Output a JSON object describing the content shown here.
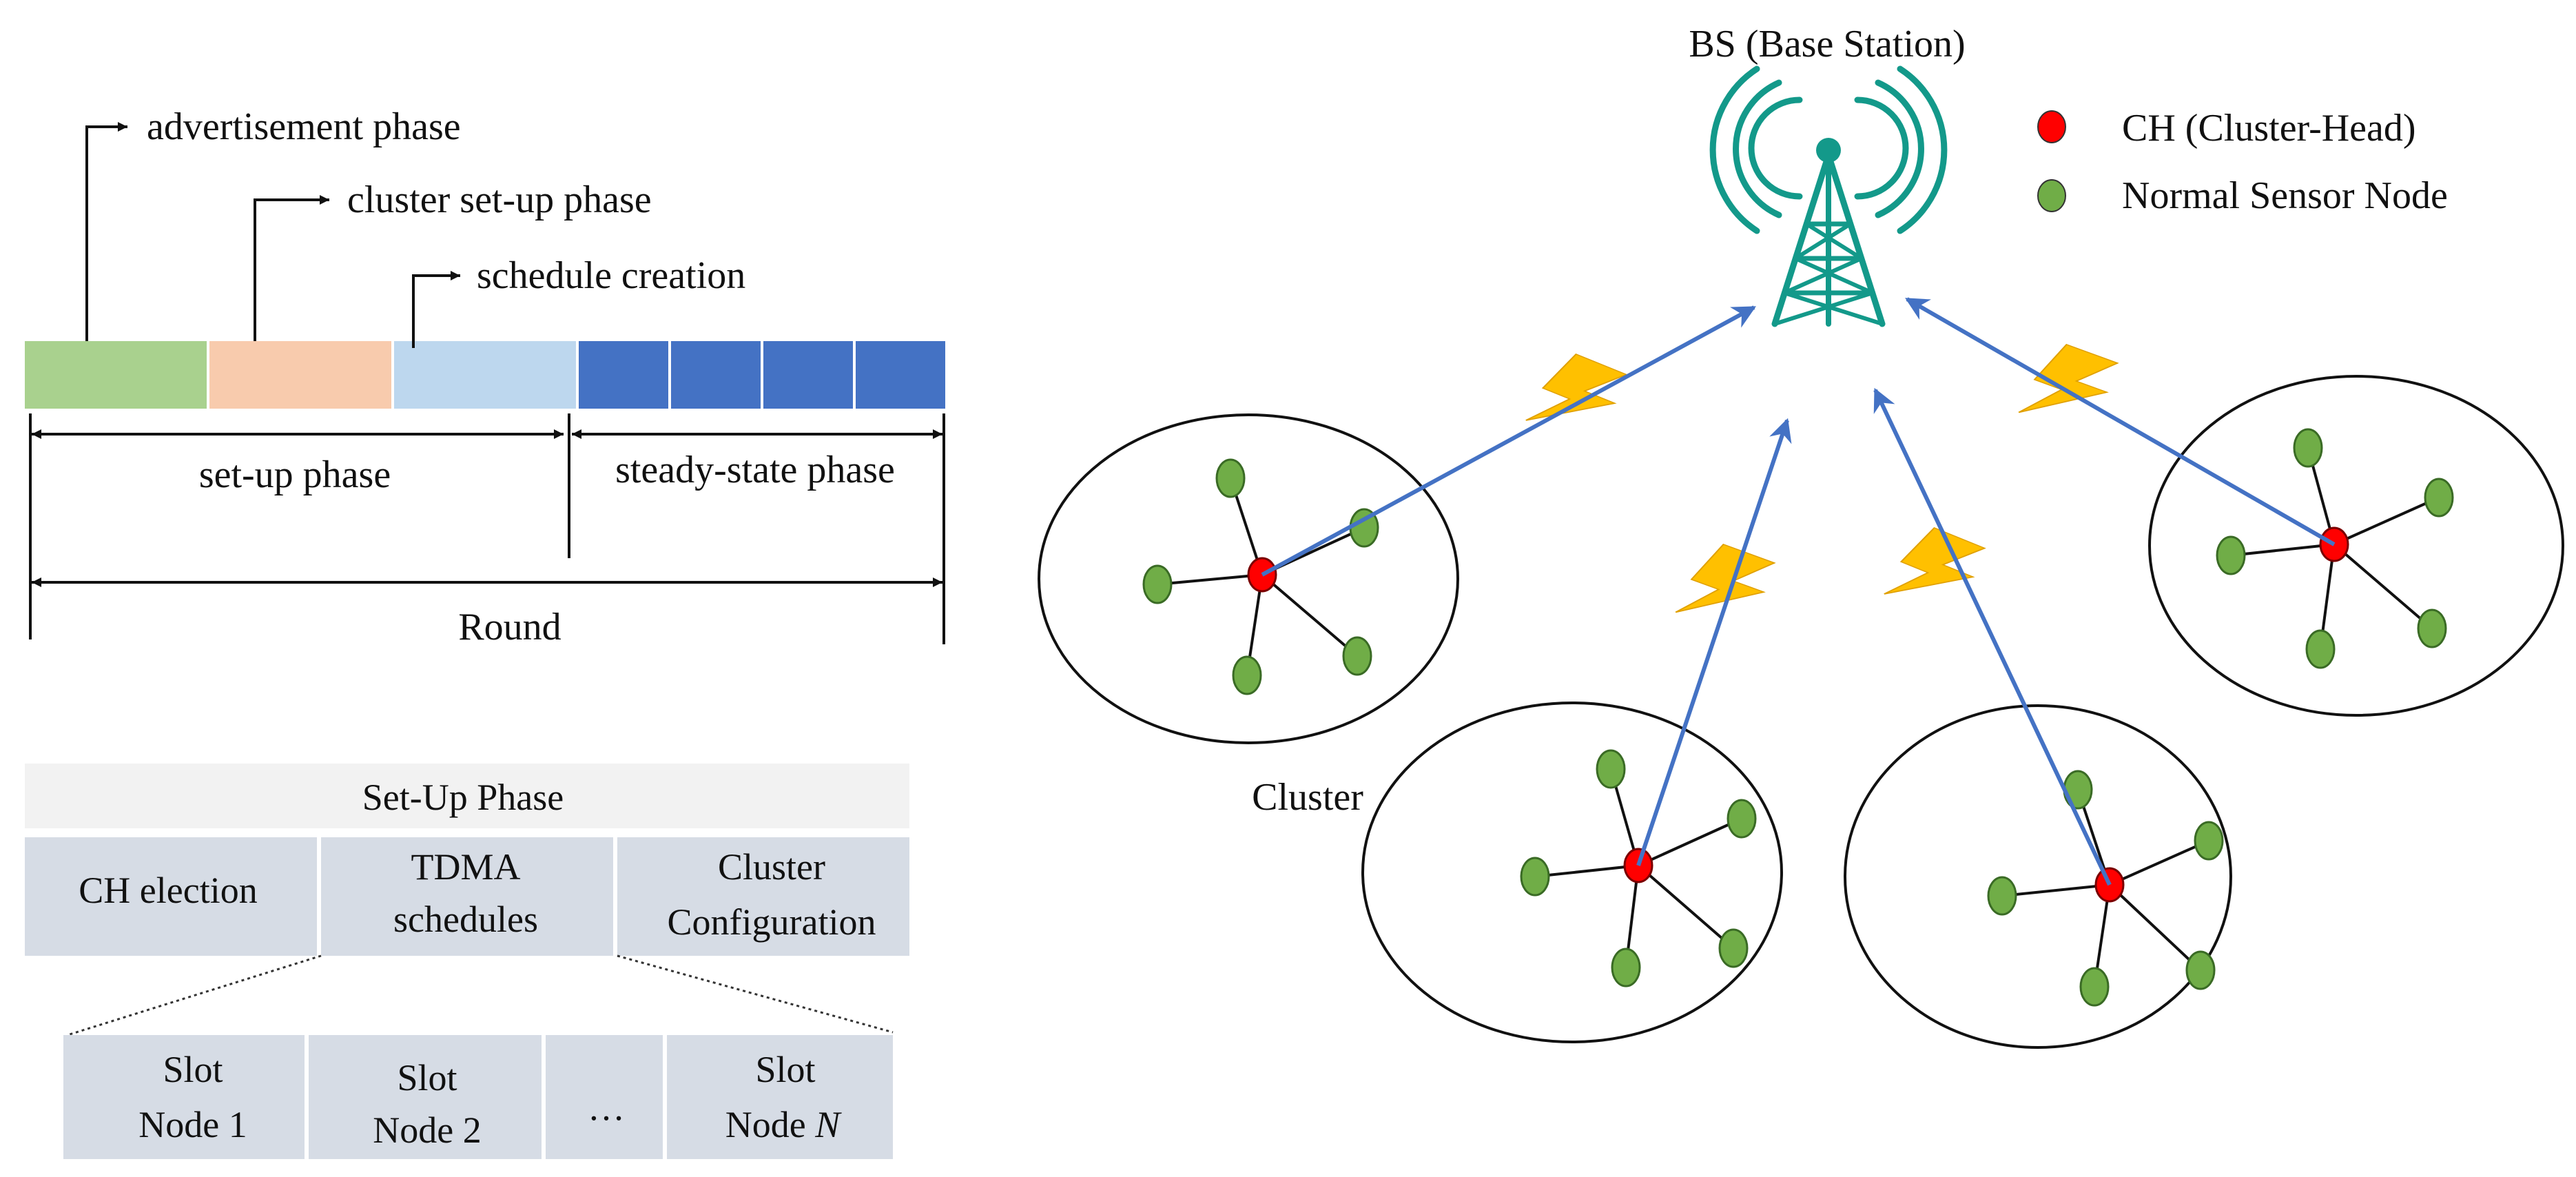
{
  "timeline": {
    "phase_labels": {
      "advertisement": "advertisement phase",
      "cluster_setup": "cluster set-up phase",
      "schedule": "schedule creation"
    },
    "segments": [
      {
        "name": "advertisement",
        "color": "#a9d18e"
      },
      {
        "name": "cluster-setup",
        "color": "#f8cbad"
      },
      {
        "name": "schedule",
        "color": "#bdd7ee"
      },
      {
        "name": "steady-slot",
        "color": "#4472c4"
      },
      {
        "name": "steady-slot",
        "color": "#4472c4"
      },
      {
        "name": "steady-slot",
        "color": "#4472c4"
      },
      {
        "name": "steady-slot",
        "color": "#4472c4"
      }
    ],
    "setup_label": "set-up phase",
    "steady_label": "steady-state phase",
    "round_label": "Round"
  },
  "setup_table": {
    "title": "Set-Up Phase",
    "cells": {
      "ch_election": "CH election",
      "tdma_l1": "TDMA",
      "tdma_l2": "schedules",
      "config_l1": "Cluster",
      "config_l2": "Configuration"
    },
    "slots": {
      "slot1_l1": "Slot",
      "slot1_l2": "Node 1",
      "slot2_l1": "Slot",
      "slot2_l2": "Node 2",
      "ellipsis": "…",
      "slotn_l1": "Slot",
      "slotn_l2a": "Node ",
      "slotn_l2b": "N"
    },
    "colors": {
      "title_bg": "#f2f2f2",
      "cell_bg": "#d6dce5"
    }
  },
  "network": {
    "bs_label": "BS (Base Station)",
    "cluster_label": "Cluster",
    "legend": {
      "ch": "CH (Cluster-Head)",
      "normal": "Normal Sensor Node"
    },
    "colors": {
      "ch": "#ff0000",
      "normal": "#70ad47",
      "tower": "#13998a",
      "link": "#4472c4",
      "bolt": "#ffc000"
    },
    "icons": [
      "base-station-tower-icon",
      "lightning-bolt-icon"
    ]
  }
}
